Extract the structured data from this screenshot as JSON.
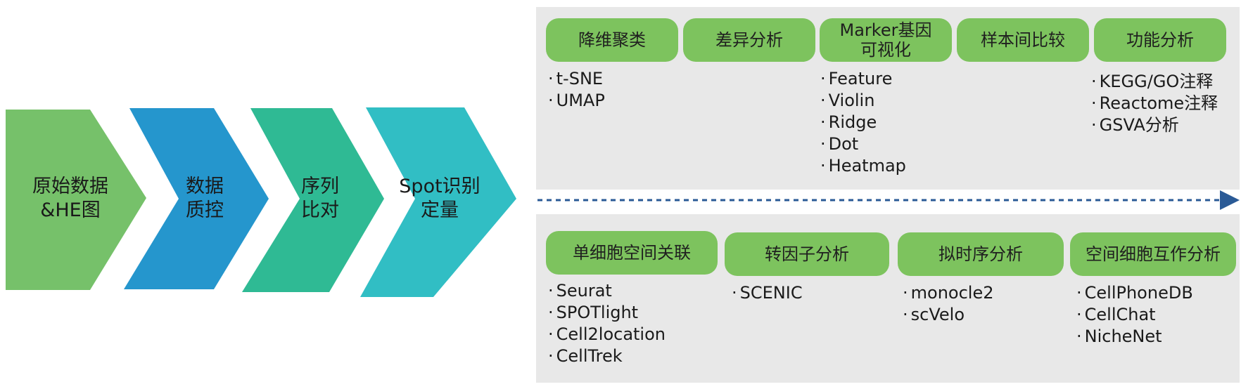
{
  "colors": {
    "chevron_1": "#76c16a",
    "chevron_2": "#2596cd",
    "chevron_3": "#2fba94",
    "chevron_4": "#31bec4",
    "pill": "#7dc35e",
    "panel": "#e8e8e8",
    "arrow": "#2a5a96"
  },
  "pipeline": [
    {
      "label": "原始数据\n&HE图"
    },
    {
      "label": "数据\n质控"
    },
    {
      "label": "序列\n比对"
    },
    {
      "label": "Spot识别\n定量"
    }
  ],
  "top_panel": {
    "categories": [
      {
        "label": "降维聚类",
        "items": [
          "t-SNE",
          "UMAP"
        ]
      },
      {
        "label": "差异分析",
        "items": []
      },
      {
        "label": "Marker基因\n可视化",
        "items": [
          "Feature",
          "Violin",
          "Ridge",
          "Dot",
          "Heatmap"
        ]
      },
      {
        "label": "样本间比较",
        "items": []
      },
      {
        "label": "功能分析",
        "items": [
          "KEGG/GO注释",
          "Reactome注释",
          "GSVA分析"
        ]
      }
    ]
  },
  "bottom_panel": {
    "categories": [
      {
        "label": "单细胞空间关联",
        "items": [
          "Seurat",
          "SPOTlight",
          "Cell2location",
          "CellTrek"
        ]
      },
      {
        "label": "转因子分析",
        "items": [
          "SCENIC"
        ]
      },
      {
        "label": "拟时序分析",
        "items": [
          "monocle2",
          "scVelo"
        ]
      },
      {
        "label": "空间细胞互作分析",
        "items": [
          "CellPhoneDB",
          "CellChat",
          "NicheNet"
        ]
      }
    ]
  }
}
